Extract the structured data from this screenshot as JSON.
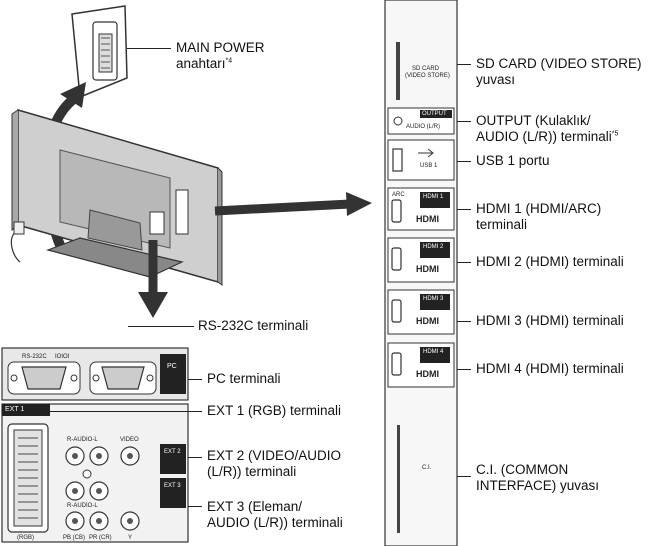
{
  "left_labels": {
    "main_power": {
      "line1": "MAIN POWER",
      "line2": "anahtarı",
      "note": "*4"
    },
    "rs232c": "RS-232C terminali",
    "pc": "PC terminali",
    "ext1": "EXT 1 (RGB) terminali",
    "ext2": {
      "line1": "EXT 2 (VIDEO/AUDIO",
      "line2": "(L/R)) terminali"
    },
    "ext3": {
      "line1": "EXT 3 (Eleman/",
      "line2": "AUDIO (L/R)) terminali"
    }
  },
  "right_labels": {
    "sd_card": {
      "line1": "SD CARD (VIDEO STORE)",
      "line2": "yuvası"
    },
    "output": {
      "line1": "OUTPUT (Kulaklık/",
      "line2": "AUDIO (L/R)) terminali",
      "note": "*5"
    },
    "usb1": "USB 1 portu",
    "hdmi1": {
      "line1": "HDMI 1 (HDMI/ARC)",
      "line2": "terminali"
    },
    "hdmi2": "HDMI 2 (HDMI) terminali",
    "hdmi3": "HDMI 3 (HDMI) terminali",
    "hdmi4": "HDMI 4 (HDMI) terminali",
    "ci": {
      "line1": "C.I. (COMMON",
      "line2": "INTERFACE) yuvası"
    }
  },
  "panel_text": {
    "rs232c_header": "RS-232C",
    "rs232c_header2": "IOIOI",
    "pc_badge": "PC",
    "ext1_badge": "EXT 1",
    "ext2_badge": "EXT 2",
    "ext3_badge": "EXT 3",
    "r_audio_l_top": "R-AUDIO-L",
    "video": "VIDEO",
    "r_audio_l_bottom": "R-AUDIO-L",
    "pb_cb": "PB (CB)",
    "pr_cr": "PR (CR)",
    "y": "Y",
    "rgb": "(RGB)",
    "sd_text1": "SD CARD",
    "sd_text2": "(VIDEO STORE)",
    "output_badge": "OUTPUT",
    "output_text": "AUDIO (L/R)",
    "usb_text": "USB 1",
    "arc": "ARC",
    "hdmi1_badge": "HDMI 1",
    "hdmi2_badge": "HDMI 2",
    "hdmi3_badge": "HDMI 3",
    "hdmi4_badge": "HDMI 4",
    "hdmi_logo": "HDMI",
    "ci_text": "C.I."
  }
}
